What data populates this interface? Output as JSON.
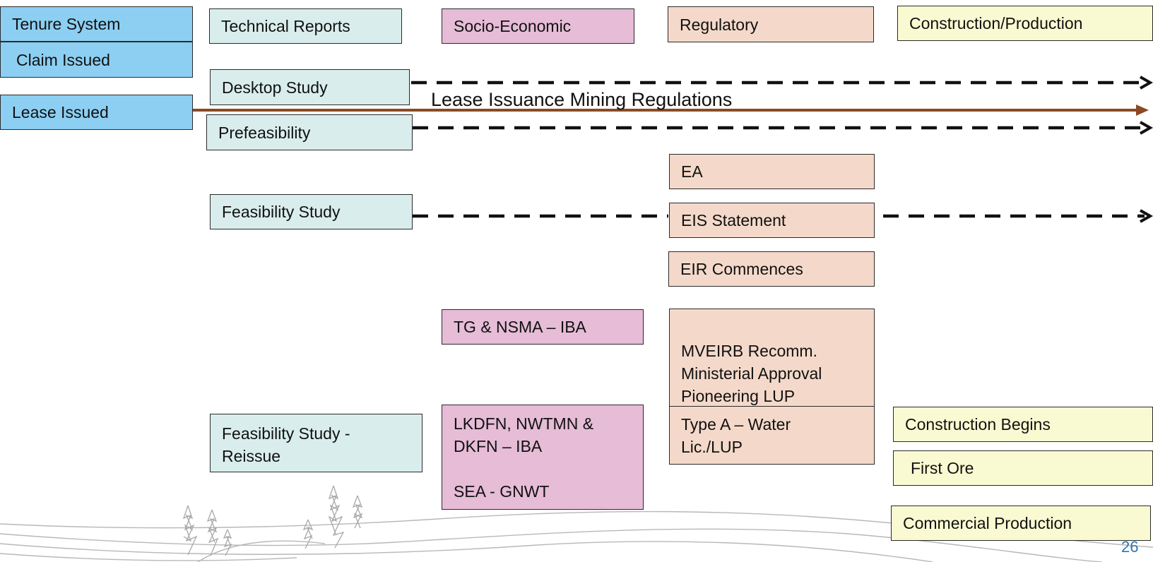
{
  "columns": {
    "tenure": "Tenure System",
    "technical": "Technical Reports",
    "socio": "Socio-Economic",
    "regulatory": "Regulatory",
    "construction": "Construction/Production"
  },
  "tenure": {
    "claim": "Claim Issued",
    "lease": "Lease Issued"
  },
  "technical": {
    "desktop": "Desktop Study",
    "prefeasibility": "Prefeasibility",
    "feasibility": "Feasibility Study",
    "reissue_line1": "Feasibility Study -",
    "reissue_line2": "Reissue"
  },
  "socio": {
    "tg": "TG & NSMA – IBA",
    "lkdfn_line1": "LKDFN, NWTMN &",
    "lkdfn_line2": "DKFN – IBA",
    "sea": "SEA - GNWT"
  },
  "regulatory": {
    "ea": "EA",
    "eis": "EIS Statement",
    "eir": "EIR Commences",
    "mveirb_line1": "MVEIRB Recomm.",
    "mveirb_line2": "Ministerial Approval",
    "mveirb_line3": "Pioneering LUP",
    "typea_line1": "Type A – Water",
    "typea_line2": "Lic./LUP"
  },
  "construction": {
    "begins": "Construction Begins",
    "first_ore": "First Ore",
    "commercial": "Commercial Production"
  },
  "arrow_label": "Lease Issuance Mining Regulations",
  "page_number": "26",
  "colors": {
    "blue": "#8ccff2",
    "teal": "#d9eeec",
    "pink": "#e6bcd7",
    "peach": "#f4d9ca",
    "yellow": "#fafad2",
    "arrow_brown": "#8b4a24",
    "dashed": "#111111",
    "page_number": "#2e75b6"
  }
}
